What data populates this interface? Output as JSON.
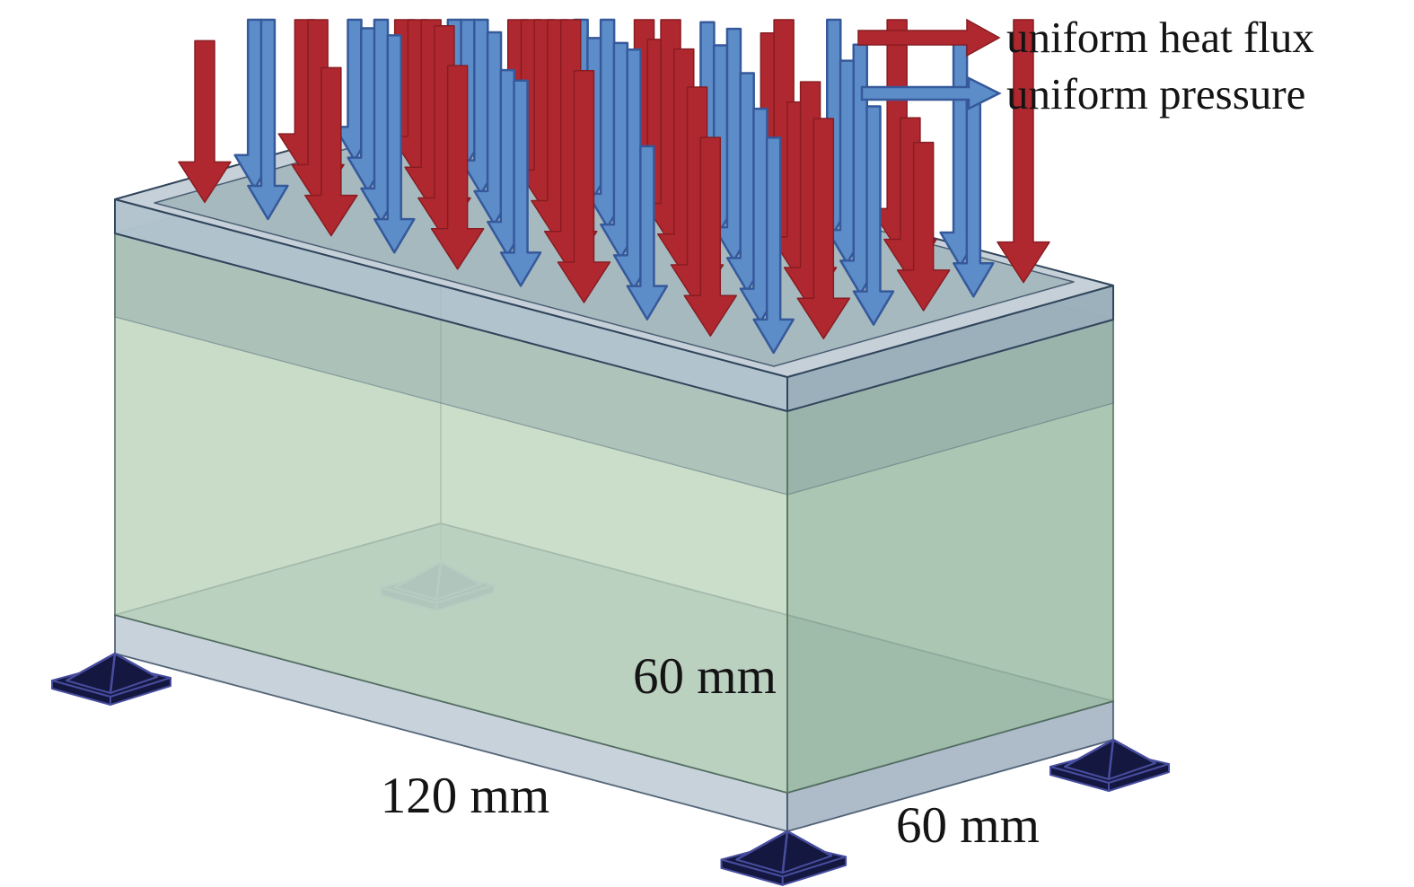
{
  "legend": {
    "items": [
      {
        "label": "uniform heat flux",
        "arrow_color": "#b0282f",
        "key": "heat_flux"
      },
      {
        "label": "uniform pressure",
        "arrow_color": "#5d8dc8",
        "key": "pressure"
      }
    ]
  },
  "dimensions": {
    "length": "120 mm",
    "height": "60 mm",
    "width": "60 mm"
  },
  "arrow_field": {
    "rows": 6,
    "cols": 10,
    "pattern": "checkerboard",
    "direction": "down",
    "heat_flux_color": "#b0282f",
    "pressure_color": "#5d8dc8"
  },
  "supports": {
    "visible_count": 4,
    "style": "fixed-support-pyramid"
  },
  "colors": {
    "heat_flux": "#b0282f",
    "heat_stroke": "#871c22",
    "pressure": "#5d8dc8",
    "pressure_stroke": "#35599b",
    "core_left": "#c6dcc4",
    "core_right": "#9fbfa7",
    "wall_back_left": "#9db6ab",
    "wall_back_right": "#a4bbb1",
    "plate_top": "#c6d0d9",
    "plate_top_inner": "#a6b9be",
    "plate_band_left": "#aec0cb",
    "plate_band_right": "#97acb9",
    "bplate_top": "#9fb3b7",
    "bplate_band_left": "#c8d2db",
    "bplate_band_right": "#aebbc8",
    "underplate_shade": "#7d98a0",
    "edge": "#31455c",
    "core_edge": "#4e6a58",
    "support_fill": "#14173f",
    "support_stroke": "#474d9e",
    "support_faded_fill": "#5c6da2",
    "support_faded_stroke": "#8a97c4",
    "label_ink": "#141414"
  }
}
